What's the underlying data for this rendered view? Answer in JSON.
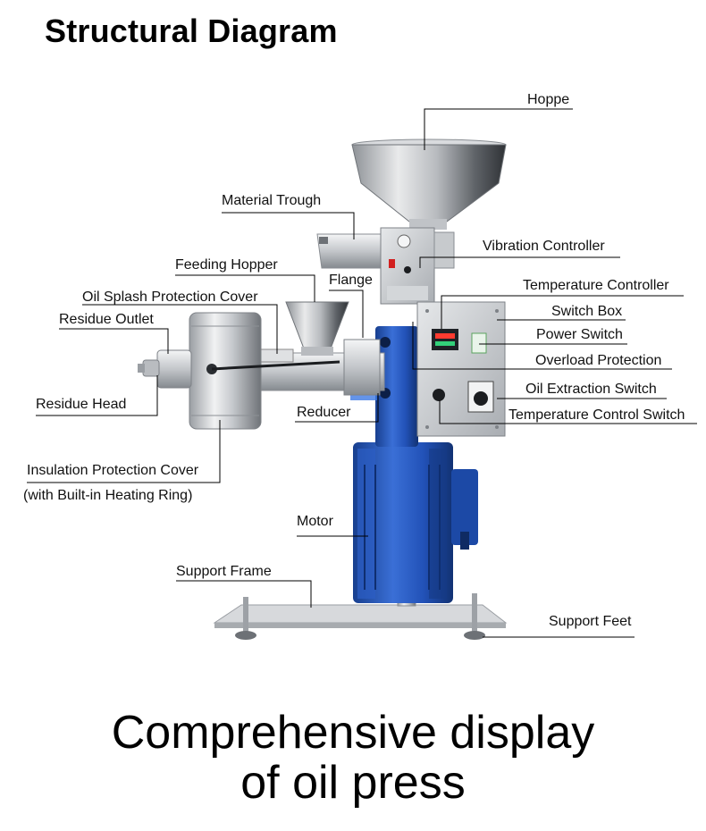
{
  "title": "Structural Diagram",
  "caption": {
    "line1": "Comprehensive display",
    "line2": "of oil press"
  },
  "labels": {
    "hopper": "Hoppe",
    "material_trough": "Material Trough",
    "vibration_controller": "Vibration Controller",
    "feeding_hopper": "Feeding Hopper",
    "flange": "Flange",
    "temperature_controller": "Temperature Controller",
    "oil_splash_cover": "Oil Splash Protection Cover",
    "switch_box": "Switch Box",
    "residue_outlet": "Residue Outlet",
    "power_switch": "Power Switch",
    "overload_protection": "Overload Protection",
    "oil_extraction_switch": "Oil Extraction Switch",
    "residue_head": "Residue Head",
    "reducer": "Reducer",
    "temperature_control_switch": "Temperature Control Switch",
    "insulation_cover": "Insulation Protection Cover",
    "insulation_cover_note": "(with Built-in Heating Ring)",
    "motor": "Motor",
    "support_frame": "Support Frame",
    "support_feet": "Support Feet"
  },
  "colors": {
    "steel": "#c9ccd0",
    "steel_dark": "#8d9196",
    "motor_blue": "#1f4fae",
    "leader": "#000000"
  }
}
